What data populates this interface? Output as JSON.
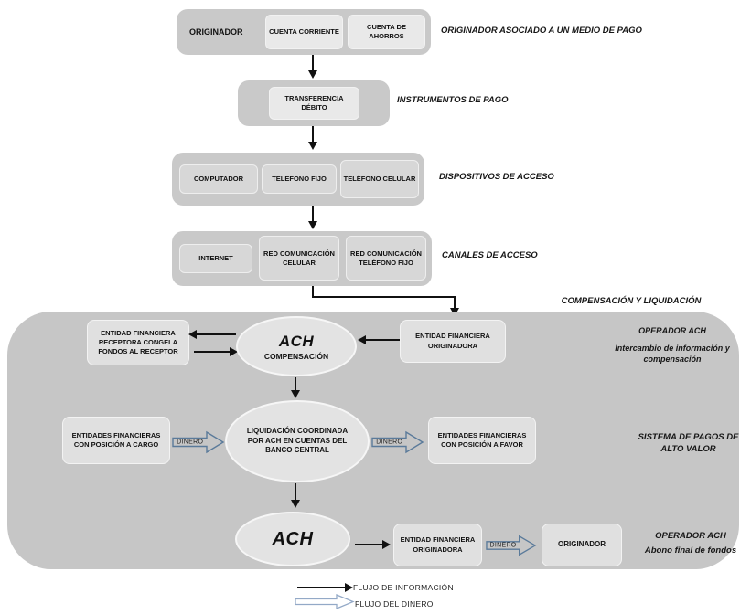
{
  "diagram": {
    "stages": {
      "row1": {
        "label": "ORIGINADOR",
        "boxes": [
          "CUENTA CORRIENTE",
          "CUENTA DE AHORROS"
        ],
        "side": "ORIGINADOR ASOCIADO A UN MEDIO DE PAGO"
      },
      "row2": {
        "boxes": [
          "TRANSFERENCIA DÉBITO"
        ],
        "side": "INSTRUMENTOS DE PAGO"
      },
      "row3": {
        "boxes": [
          "COMPUTADOR",
          "TELEFONO FIJO",
          "TELÉFONO CELULAR"
        ],
        "side": "DISPOSITIVOS DE ACCESO"
      },
      "row4": {
        "boxes": [
          "INTERNET",
          "RED COMUNICACIÓN CELULAR",
          "RED COMUNICACIÓN TELÉFONO FIJO"
        ],
        "side": "CANALES DE ACCESO"
      }
    },
    "clearing": {
      "header": "COMPENSACIÓN Y  LIQUIDACIÓN",
      "money_label": "DINERO",
      "rowA": {
        "left_box": "ENTIDAD FINANCIERA RECEPTORA CONGELA FONDOS AL RECEPTOR",
        "ellipse_title": "ACH",
        "ellipse_sub": "COMPENSACIÓN",
        "right_box": "ENTIDAD FINANCIERA ORIGINADORA",
        "side_title": "OPERADOR ACH",
        "side_sub": "Intercambio de información y compensación"
      },
      "rowB": {
        "left_box": "ENTIDADES FINANCIERAS CON POSICIÓN A CARGO",
        "ellipse": "LIQUIDACIÓN COORDINADA POR ACH EN CUENTAS DEL BANCO CENTRAL",
        "right_box": "ENTIDADES FINANCIERAS CON POSICIÓN A FAVOR",
        "side_title": "SISTEMA DE PAGOS DE ALTO VALOR"
      },
      "rowC": {
        "ellipse_title": "ACH",
        "box1": "ENTIDAD FINANCIERA ORIGINADORA",
        "box2": "ORIGINADOR",
        "side_title": "OPERADOR ACH",
        "side_sub": "Abono final de fondos"
      }
    },
    "legend": {
      "info": "FLUJO DE INFORMACIÓN",
      "money": "FLUJO DEL DINERO"
    },
    "colors": {
      "group_gray": "#c9c9c9",
      "panel_gray": "#c6c6c6",
      "box_light": "#e9e9e9",
      "box_panel": "#e0e0e0",
      "info_arrow": "#111111",
      "money_arrow_stroke": "#5a7a9a",
      "legend_money_stroke": "#93a9c7"
    }
  }
}
